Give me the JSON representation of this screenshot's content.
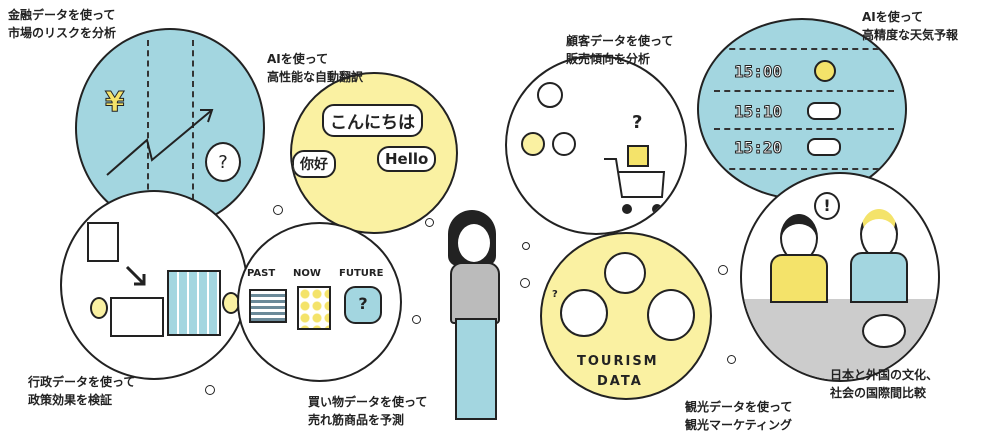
{
  "labels": {
    "finance": {
      "line1": "金融データを使って",
      "line2": "市場のリスクを分析"
    },
    "translation": {
      "line1": "AIを使って",
      "line2": "高性能な自動翻訳"
    },
    "customer": {
      "line1": "顧客データを使って",
      "line2": "販売傾向を分析"
    },
    "weather": {
      "line1": "AIを使って",
      "line2": "高精度な天気予報"
    },
    "government": {
      "line1": "行政データを使って",
      "line2": "政策効果を検証"
    },
    "shopping": {
      "line1": "買い物データを使って",
      "line2": "売れ筋商品を予測"
    },
    "tourism": {
      "line1": "観光データを使って",
      "line2": "観光マーケティング"
    },
    "culture": {
      "line1": "日本と外国の文化、",
      "line2": "社会の国際間比較"
    }
  },
  "finance_bubble": {
    "currency": "¥",
    "question": "?"
  },
  "translation_bubble": {
    "japanese": "こんにちは",
    "chinese": "你好",
    "english": "Hello"
  },
  "shopping_bubble": {
    "past": "PAST",
    "now": "NOW",
    "future": "FUTURE",
    "question": "?"
  },
  "customer_bubble": {
    "question": "?"
  },
  "tourism_bubble": {
    "line1": "TOURISM",
    "line2": "DATA",
    "question": "?"
  },
  "weather_bubble": {
    "times": [
      "15:00",
      "15:10",
      "15:20"
    ]
  },
  "culture_bubble": {
    "exclaim": "!"
  },
  "colors": {
    "blue": "#a3d6e0",
    "yellow": "#faf1a2"
  }
}
